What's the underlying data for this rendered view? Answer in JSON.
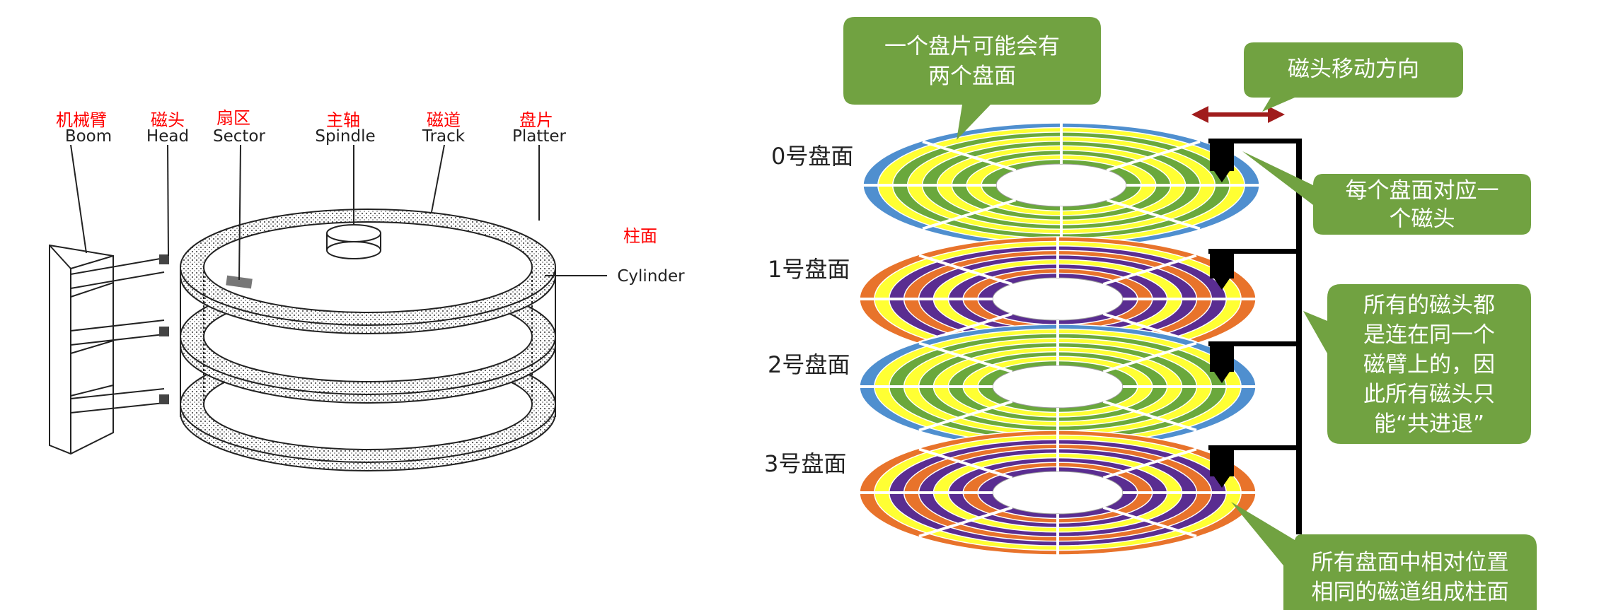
{
  "left_figure": {
    "labels": [
      {
        "cn": "机械臂",
        "en": "Boom"
      },
      {
        "cn": "磁头",
        "en": "Head"
      },
      {
        "cn": "扇区",
        "en": "Sector"
      },
      {
        "cn": "主轴",
        "en": "Spindle"
      },
      {
        "cn": "磁道",
        "en": "Track"
      },
      {
        "cn": "盘片",
        "en": "Platter"
      }
    ],
    "cylinder_cn": "柱面",
    "cylinder_en": "Cylinder"
  },
  "right_figure": {
    "surfaces": [
      "0号盘面",
      "1号盘面",
      "2号盘面",
      "3号盘面"
    ],
    "callouts": {
      "two_sides": [
        "一个盘片可能会有",
        "两个盘面"
      ],
      "move_dir": [
        "磁头移动方向"
      ],
      "one_head": [
        "每个盘面对应一",
        "个磁头"
      ],
      "same_arm": [
        "所有的磁头都",
        "是连在同一个",
        "磁臂上的，因",
        "此所有磁头只",
        "能“共进退”"
      ],
      "cylinder": [
        "所有盘面中相对位置",
        "相同的磁道组成柱面"
      ]
    },
    "colors": {
      "callout_fill": "#71a241",
      "arrow": "#a01c1c",
      "blue": "#4f8fcf",
      "yellow": "#ffff33",
      "green": "#6aa83c",
      "orange": "#e8732b",
      "purple": "#5a2d91"
    }
  }
}
